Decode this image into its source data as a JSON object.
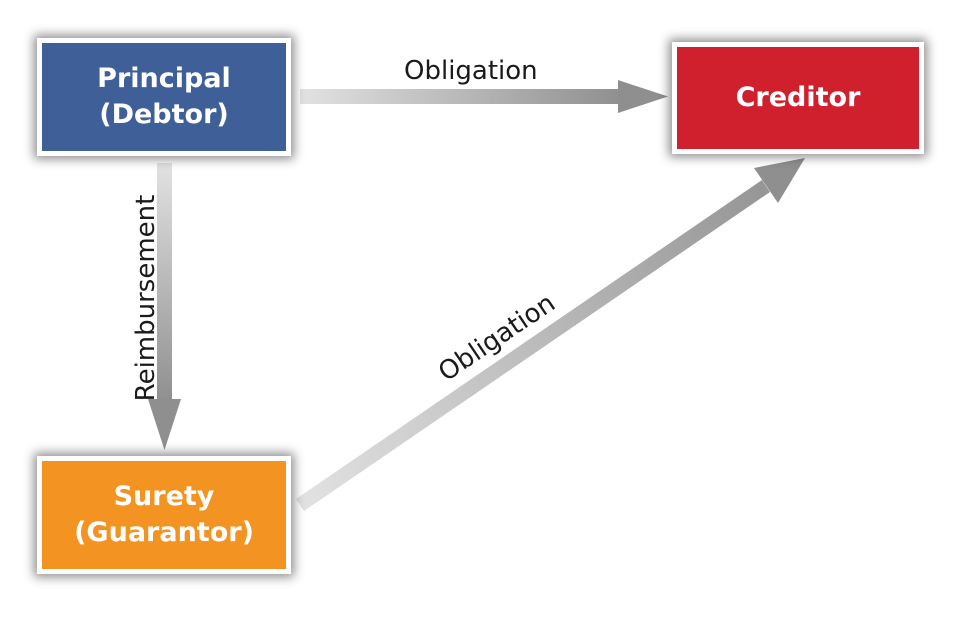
{
  "nodes": {
    "principal": {
      "line1": "Principal",
      "line2": "(Debtor)",
      "color": "#3f5f99"
    },
    "creditor": {
      "line1": "Creditor",
      "color": "#d0202e"
    },
    "surety": {
      "line1": "Surety",
      "line2": "(Guarantor)",
      "color": "#f39322"
    }
  },
  "edges": {
    "principal_to_creditor": {
      "label": "Obligation"
    },
    "principal_to_surety": {
      "label": "Reimbursement"
    },
    "surety_to_creditor": {
      "label": "Obligation"
    }
  },
  "arrow_color": "#9a9a9a"
}
